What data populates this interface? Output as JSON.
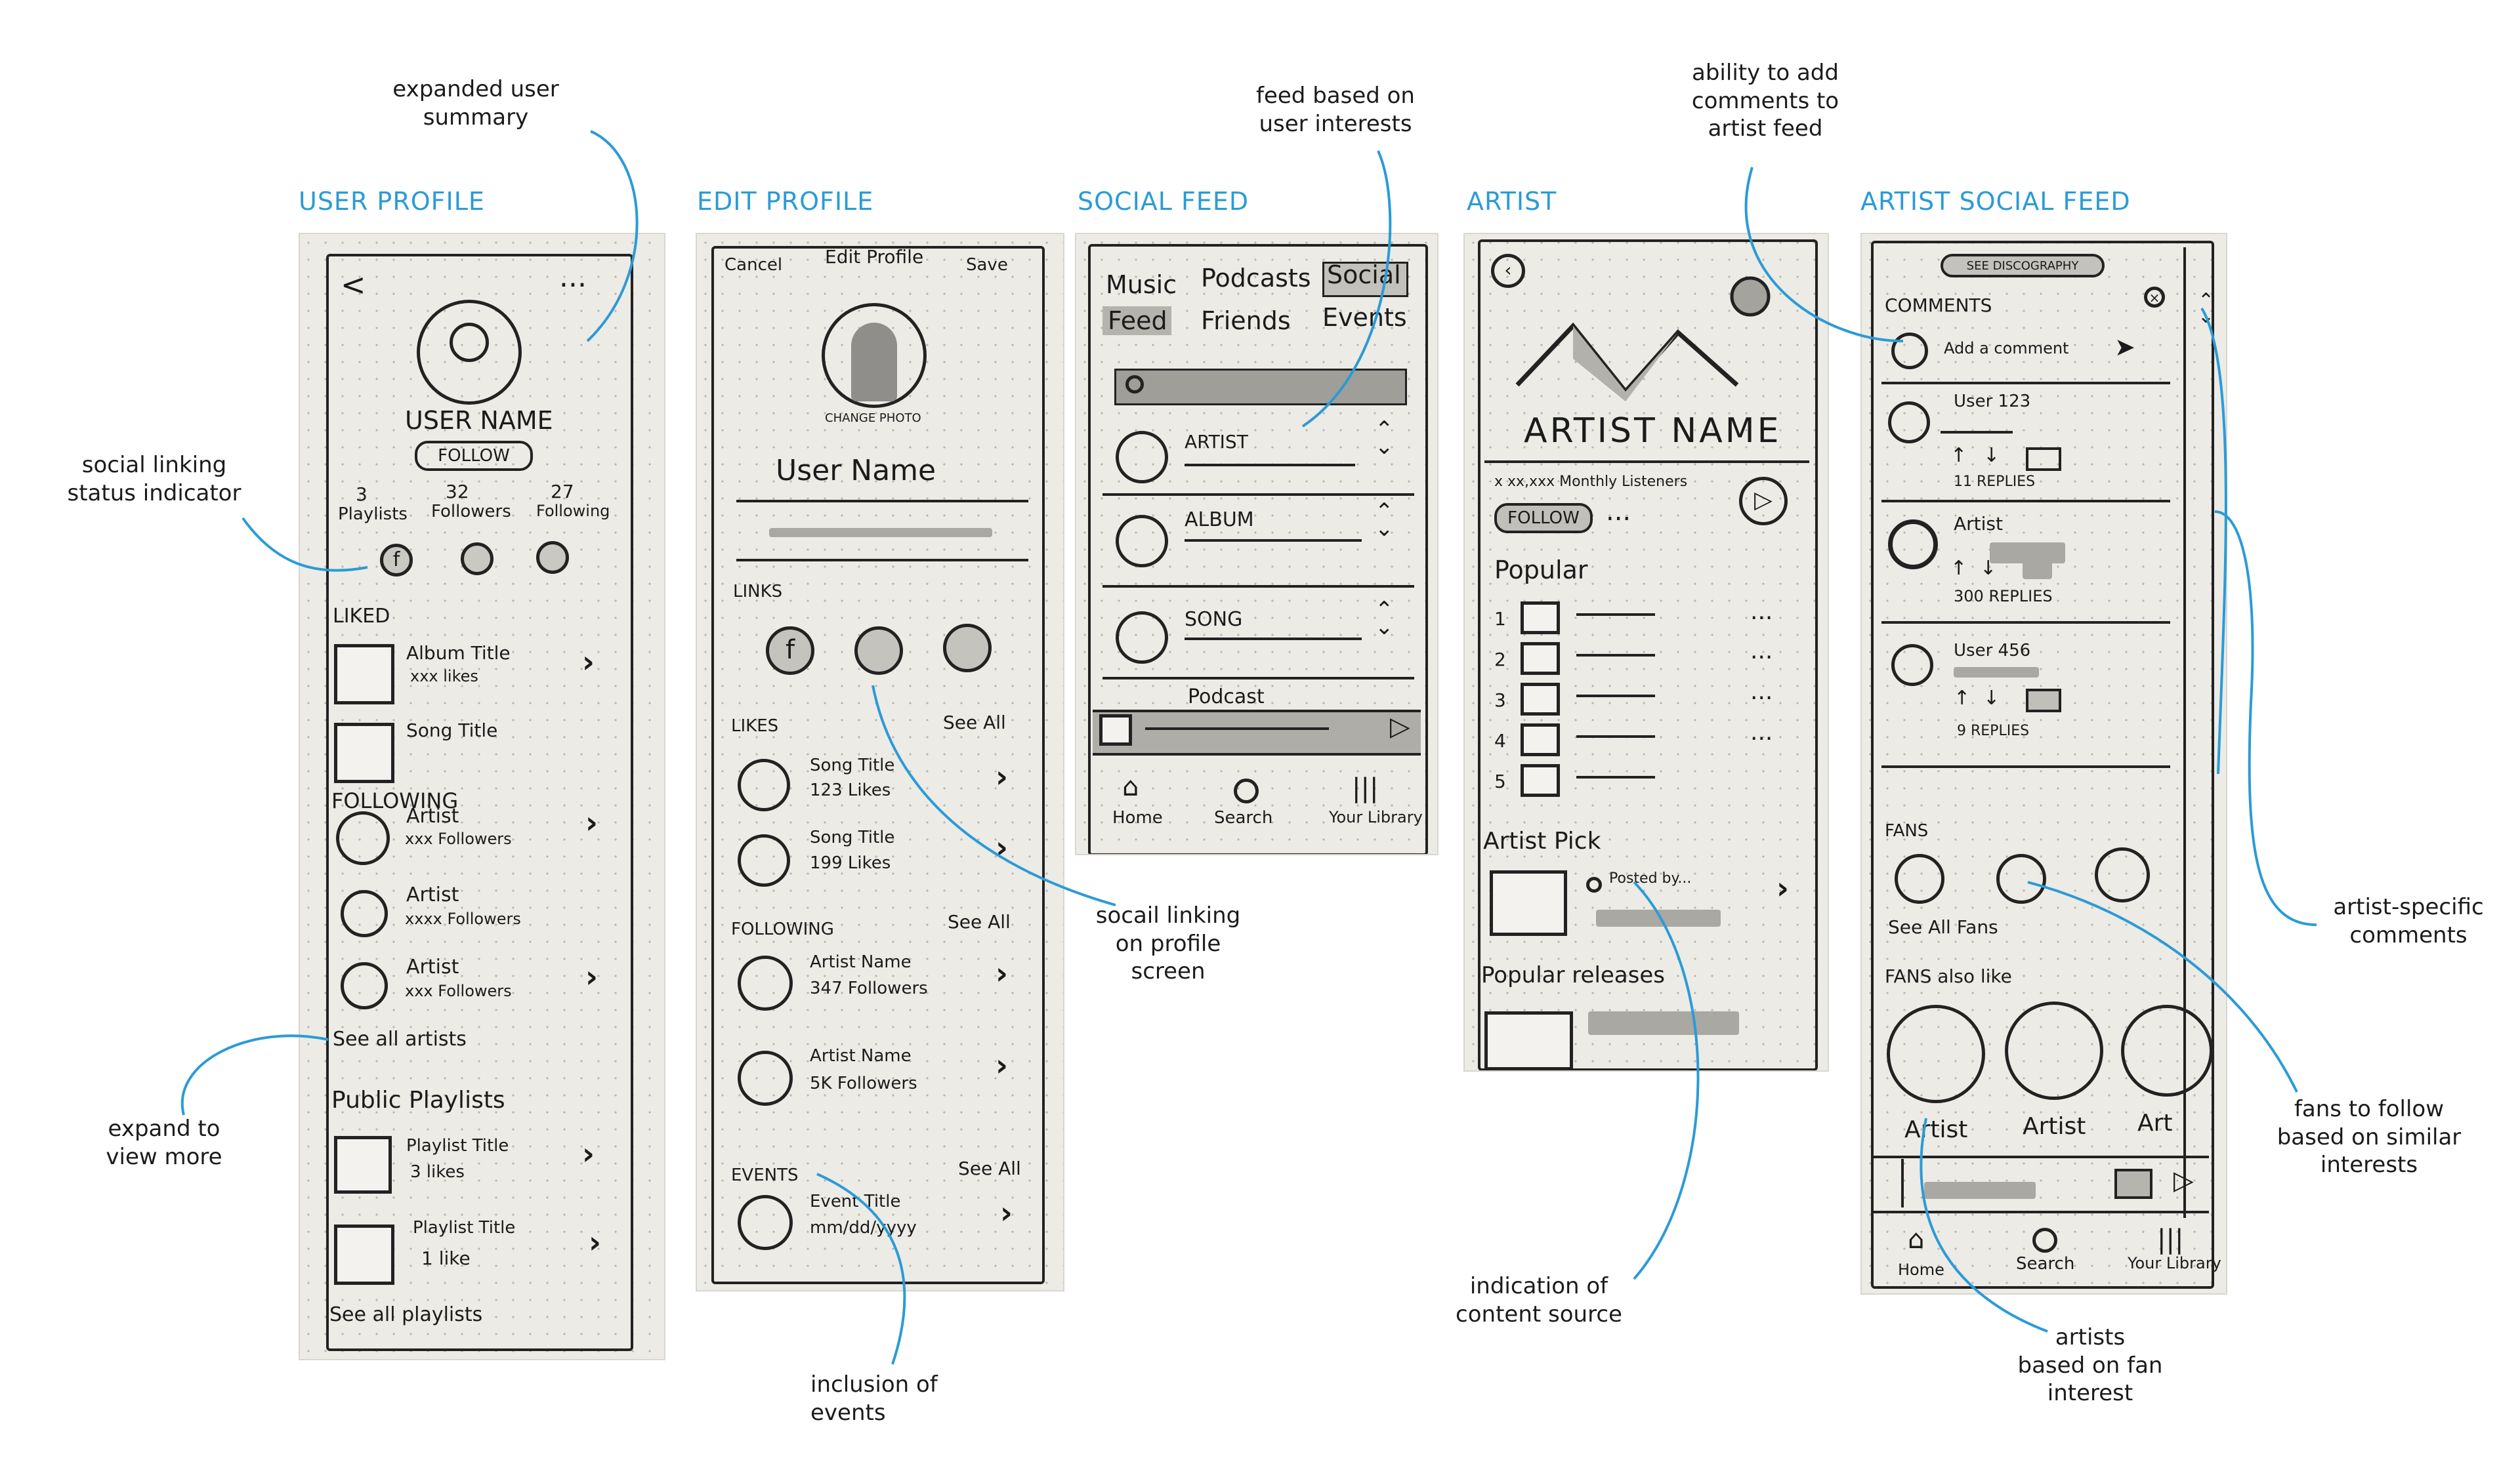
{
  "screen_titles": {
    "user_profile": "USER PROFILE",
    "edit_profile": "EDIT PROFILE",
    "social_feed": "SOCIAL FEED",
    "artist": "ARTIST",
    "artist_social_feed": "ARTIST SOCIAL FEED"
  },
  "annotations": {
    "expanded_user_summary": "expanded user\nsummary",
    "social_linking_status": "social linking\nstatus indicator",
    "expand_to_view_more": "expand to\nview more",
    "feed_based_on_interests": "feed based on\nuser interests",
    "ability_to_add_comments": "ability to add\ncomments to\nartist feed",
    "social_linking_profile": "socail linking\non profile\nscreen",
    "inclusion_of_events": "inclusion of\nevents",
    "indication_of_content_source": "indication of\ncontent source",
    "artist_specific_comments": "artist-specific\ncomments",
    "fans_to_follow": "fans to follow\nbased on similar\ninterests",
    "artists_based_on_fan_interest": "artists\nbased on fan\ninterest"
  },
  "user_profile": {
    "back": "<",
    "more": "...",
    "user_name": "USER NAME",
    "follow": "FOLLOW",
    "stats": [
      {
        "value": "3",
        "label": "Playlists"
      },
      {
        "value": "32",
        "label": "Followers"
      },
      {
        "value": "27",
        "label": "Following"
      }
    ],
    "liked_header": "LIKED",
    "liked": [
      {
        "title": "Album Title",
        "sub": "xxx likes"
      },
      {
        "title": "Song Title",
        "sub": ""
      }
    ],
    "following_header": "FOLLOWING",
    "following": [
      {
        "title": "Artist",
        "sub": "xxx Followers"
      },
      {
        "title": "Artist",
        "sub": "xxxx Followers"
      },
      {
        "title": "Artist",
        "sub": "xxx Followers"
      }
    ],
    "see_all_artists": "See all artists",
    "public_playlists_header": "Public Playlists",
    "playlists": [
      {
        "title": "Playlist Title",
        "sub": "3 likes"
      },
      {
        "title": "Playlist Title",
        "sub": "1 like"
      }
    ],
    "see_all_playlists": "See all playlists"
  },
  "edit_profile": {
    "cancel": "Cancel",
    "title": "Edit Profile",
    "save": "Save",
    "change_photo": "CHANGE PHOTO",
    "user_name": "User Name",
    "links_header": "LINKS",
    "likes_header": "LIKES",
    "see_all": "See All",
    "likes": [
      {
        "title": "Song Title",
        "sub": "123 Likes"
      },
      {
        "title": "Song Title",
        "sub": "199 Likes"
      }
    ],
    "following_header": "FOLLOWING",
    "following": [
      {
        "title": "Artist Name",
        "sub": "347 Followers"
      },
      {
        "title": "Artist Name",
        "sub": "5K Followers"
      }
    ],
    "events_header": "EVENTS",
    "events": [
      {
        "title": "Event Title",
        "sub": "mm/dd/yyyy"
      }
    ]
  },
  "social_feed": {
    "tabs_top": [
      "Music",
      "Podcasts",
      "Social"
    ],
    "tabs_sub": [
      "Feed",
      "Friends",
      "Events"
    ],
    "items": [
      "ARTIST",
      "ALBUM",
      "SONG",
      "Podcast"
    ],
    "nav": [
      "Home",
      "Search",
      "Your Library"
    ]
  },
  "artist": {
    "artist_name": "ARTIST NAME",
    "monthly_listeners": "x xx,xxx Monthly Listeners",
    "follow": "FOLLOW",
    "more": "...",
    "popular_header": "Popular",
    "popular_ranks": [
      "1",
      "2",
      "3",
      "4",
      "5"
    ],
    "artist_pick_header": "Artist Pick",
    "posted_by": "Posted by...",
    "popular_releases_header": "Popular releases"
  },
  "artist_social_feed": {
    "see_discography": "SEE DISCOGRAPHY",
    "comments_header": "COMMENTS",
    "add_comment": "Add a comment",
    "comments": [
      {
        "user": "User 123",
        "replies": "11 REPLIES"
      },
      {
        "user": "Artist",
        "replies": "300 REPLIES"
      },
      {
        "user": "User 456",
        "replies": "9 REPLIES"
      }
    ],
    "fans_header": "FANS",
    "see_all_fans": "See All Fans",
    "fans_also_like_header": "FANS also like",
    "fans_also_like": [
      "Artist",
      "Artist",
      "Art"
    ],
    "nav": [
      "Home",
      "Search",
      "Your Library"
    ]
  }
}
